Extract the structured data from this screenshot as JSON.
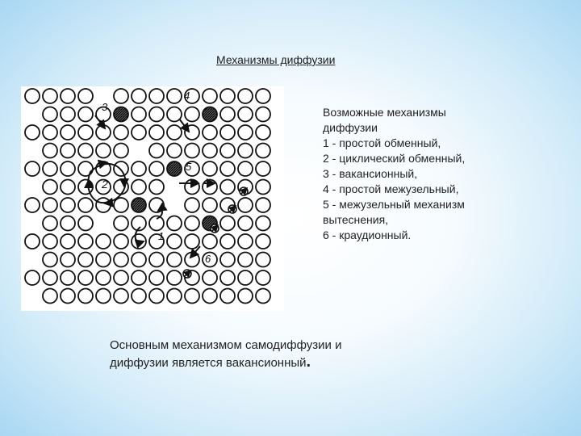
{
  "slide": {
    "title": "Механизмы диффузии"
  },
  "figure": {
    "labels": {
      "one": "1",
      "two": "2",
      "three": "3",
      "four": "4",
      "five": "5",
      "six": "6"
    },
    "colors": {
      "atom_stroke": "#111111",
      "background": "#ffffff"
    }
  },
  "legend": {
    "lines": [
      "Возможные механизмы",
      "диффузии",
      "1 - простой обменный,",
      "2 - циклический обменный,",
      "3 - вакансионный,",
      "4 - простой межузельный,",
      "5 - межузельный механизм",
      "вытеснения,",
      "6 - краудионный."
    ]
  },
  "conclusion": {
    "line1": "Основным механизмом самодиффузии и",
    "line2": "диффузии является вакансионный",
    "end": "."
  }
}
